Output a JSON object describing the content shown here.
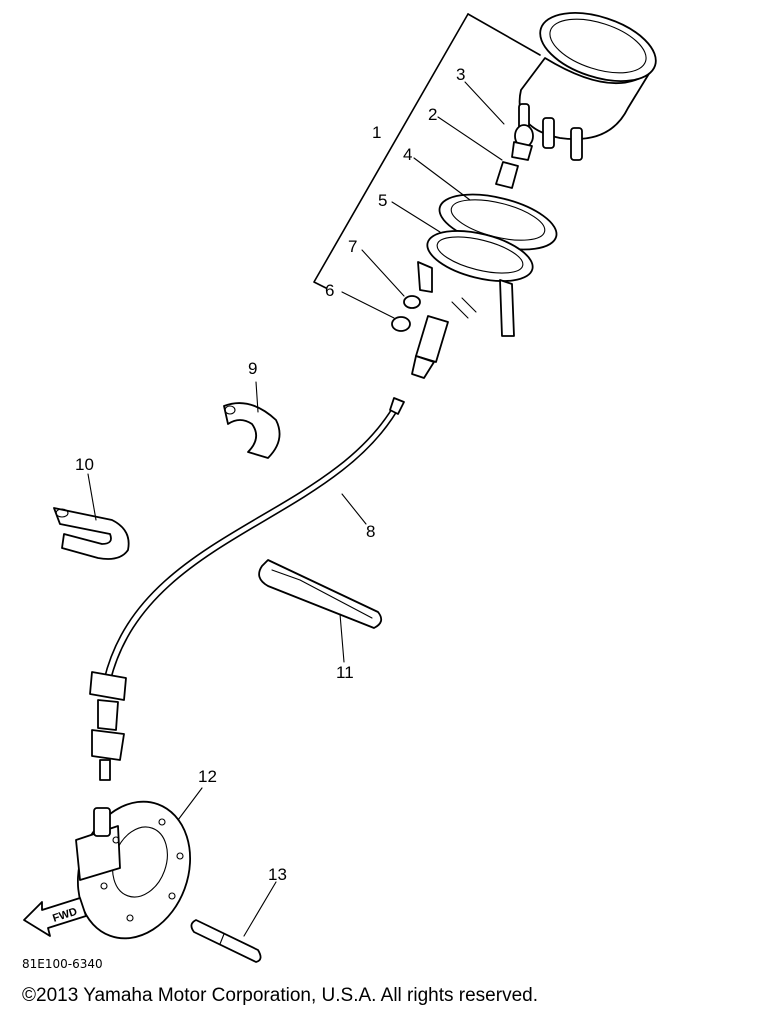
{
  "labels": {
    "p1": "1",
    "p2": "2",
    "p3": "3",
    "p4": "4",
    "p5": "5",
    "p6": "6",
    "p7": "7",
    "p8": "8",
    "p9": "9",
    "p10": "10",
    "p11": "11",
    "p12": "12",
    "p13": "13"
  },
  "fwd_marker": "FWD",
  "drawing_code": "81E100-6340",
  "copyright": "©2013 Yamaha Motor Corporation, U.S.A. All rights reserved."
}
